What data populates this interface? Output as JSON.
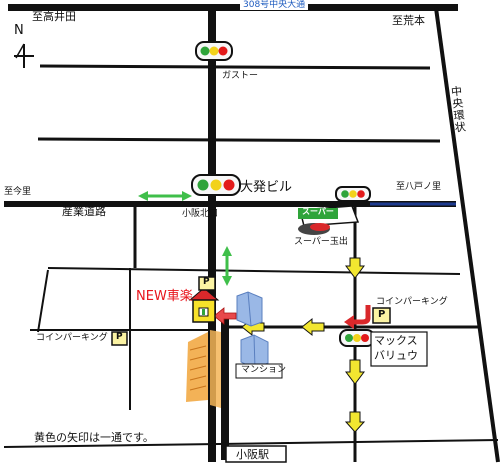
{
  "compass": {
    "letter": "N"
  },
  "labels": {
    "route308": "308号中央大通",
    "to_takaida": "至高井田",
    "to_araimoto": "至荒本",
    "to_imazato": "至今里",
    "to_hachinosato": "至八戸ノ里",
    "chuo_kanjo": "中央環状",
    "sangyo_doro": "産業道路",
    "kosaka_kitaguchi": "小阪北口",
    "daihatsu_bldg": "大発ビル",
    "gusto": "ガストー",
    "super_sign": "スーパー",
    "super_tamade": "スーパー玉出",
    "new_kuruma": "NEW車楽",
    "coin_parking_right": "コインパーキング",
    "coin_parking_left": "コインパーキング",
    "max_valu_1": "マックス",
    "max_valu_2": "バリュウ",
    "mansion": "マンション",
    "note": "黄色の矢印は一通です。",
    "kosaka_station": "小阪駅",
    "parking_sign": "P"
  },
  "colors": {
    "road": "#111111",
    "route308_text": "#1e5bbf",
    "new_kuruma": "#e8141b",
    "one_way_arrow": "#f2e630",
    "two_way_arrow": "#3fbf4a",
    "turn_arrow": "#d9282b",
    "house_roof": "#d9282b",
    "house_body": "#f7e12a",
    "traffic_light_red": "#e31b1b",
    "traffic_light_yellow": "#f2d21b",
    "traffic_light_green": "#2fa43a",
    "parking_lot": "#f1a53a",
    "building": "#9ab8e6",
    "water": "#1d3a8f"
  }
}
